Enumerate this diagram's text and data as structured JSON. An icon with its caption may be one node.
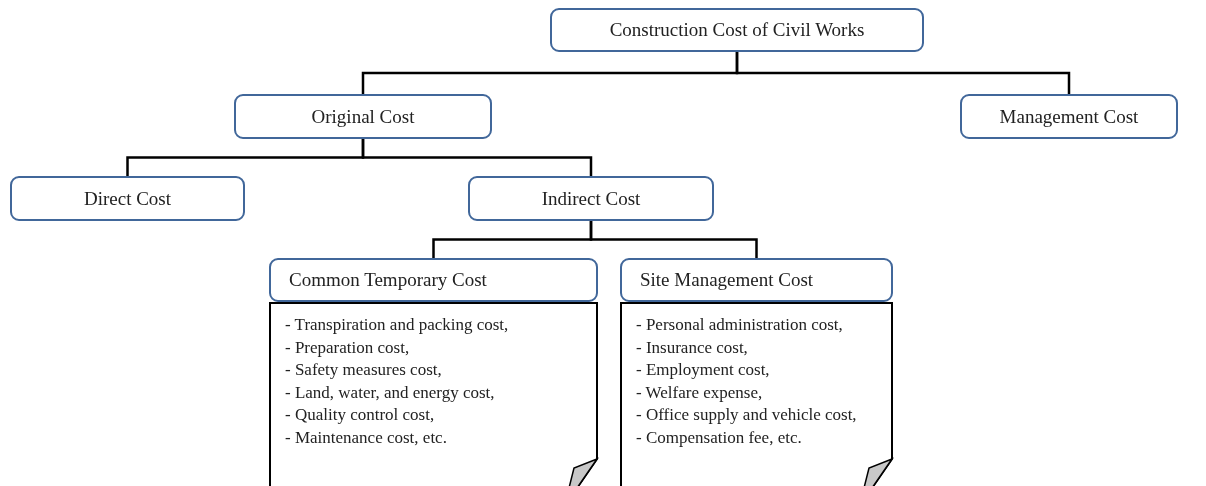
{
  "diagram": {
    "nodes": [
      {
        "text": [
          "Construction Cost of Civil Works"
        ]
      },
      {
        "text": [
          "Original Cost"
        ]
      },
      {
        "text": [
          "Management Cost"
        ]
      },
      {
        "text": [
          "Direct Cost"
        ]
      },
      {
        "text": [
          "Indirect Cost"
        ]
      },
      {
        "text": [
          "Common Temporary Cost"
        ]
      },
      {
        "text": [
          "Site Management Cost"
        ]
      },
      {
        "text": [
          "- Transpiration and packing cost,",
          "- Preparation cost,",
          "- Safety measures  cost,",
          "- Land, water, and energy cost,",
          "- Quality control cost,",
          "- Maintenance cost, etc."
        ]
      },
      {
        "text": [
          "- Personal administration cost,",
          "- Insurance cost,",
          "- Employment cost,",
          "- Welfare expense,",
          "- Office supply and vehicle cost,",
          "- Compensation fee, etc."
        ]
      }
    ],
    "edges": [
      {
        "from": 0,
        "to": 1,
        "arrow": "none"
      },
      {
        "from": 0,
        "to": 2,
        "arrow": "none"
      },
      {
        "from": 1,
        "to": 3,
        "arrow": "none"
      },
      {
        "from": 1,
        "to": 4,
        "arrow": "none"
      },
      {
        "from": 4,
        "to": 5,
        "arrow": "none"
      },
      {
        "from": 4,
        "to": 6,
        "arrow": "none"
      }
    ]
  }
}
